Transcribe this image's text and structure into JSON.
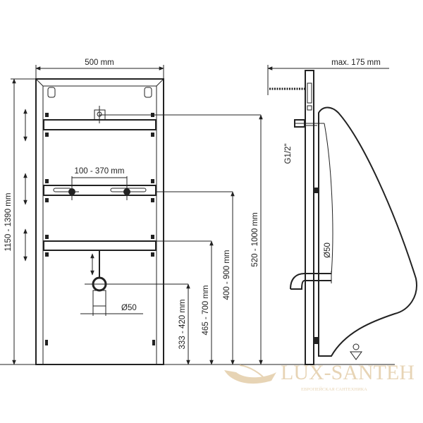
{
  "front_view": {
    "width_label": "500 mm",
    "height_label": "1150 - 1390 mm",
    "spacing_label": "100 - 370 mm",
    "drain_diameter_label": "Ø50",
    "dims": [
      "333 - 420 mm",
      "465 - 700 mm",
      "400 - 900 mm",
      "520 - 1000 mm"
    ]
  },
  "side_view": {
    "depth_label": "max. 175 mm",
    "thread_label": "G1/2\"",
    "drain_diameter_label": "Ø50"
  },
  "watermark": {
    "brand": "LUX-SANTEH",
    "tagline": "ЕВРОПЕЙСКАЯ САНТЕХНИКА",
    "color": "#e3cda9"
  }
}
